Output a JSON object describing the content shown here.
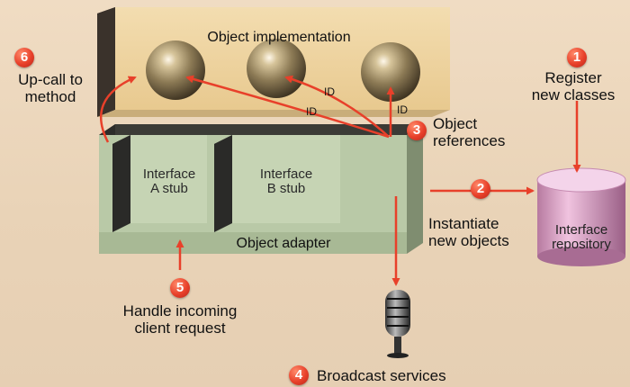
{
  "top_box": {
    "label": "Object implementation"
  },
  "adapter": {
    "label": "Object adapter"
  },
  "stubs": [
    {
      "line1": "Interface",
      "line2": "A stub"
    },
    {
      "line1": "Interface",
      "line2": "B stub"
    }
  ],
  "repository": {
    "line1": "Interface",
    "line2": "repository"
  },
  "id_labels": [
    "ID",
    "ID",
    "ID"
  ],
  "steps": [
    {
      "number": "1",
      "line1": "Register",
      "line2": "new classes"
    },
    {
      "number": "2",
      "line1": "Instantiate",
      "line2": "new objects"
    },
    {
      "number": "3",
      "line1": "Object",
      "line2": "references"
    },
    {
      "number": "4",
      "line1": "Broadcast services"
    },
    {
      "number": "5",
      "line1": "Handle incoming",
      "line2": "client request"
    },
    {
      "number": "6",
      "line1": "Up-call to",
      "line2": "method"
    }
  ],
  "colors": {
    "background": "#ead7bd",
    "arrow": "#e8402a",
    "top_box": "#efd29c",
    "adapter": "#b9c9a7",
    "repository": "#d9a3c6"
  }
}
